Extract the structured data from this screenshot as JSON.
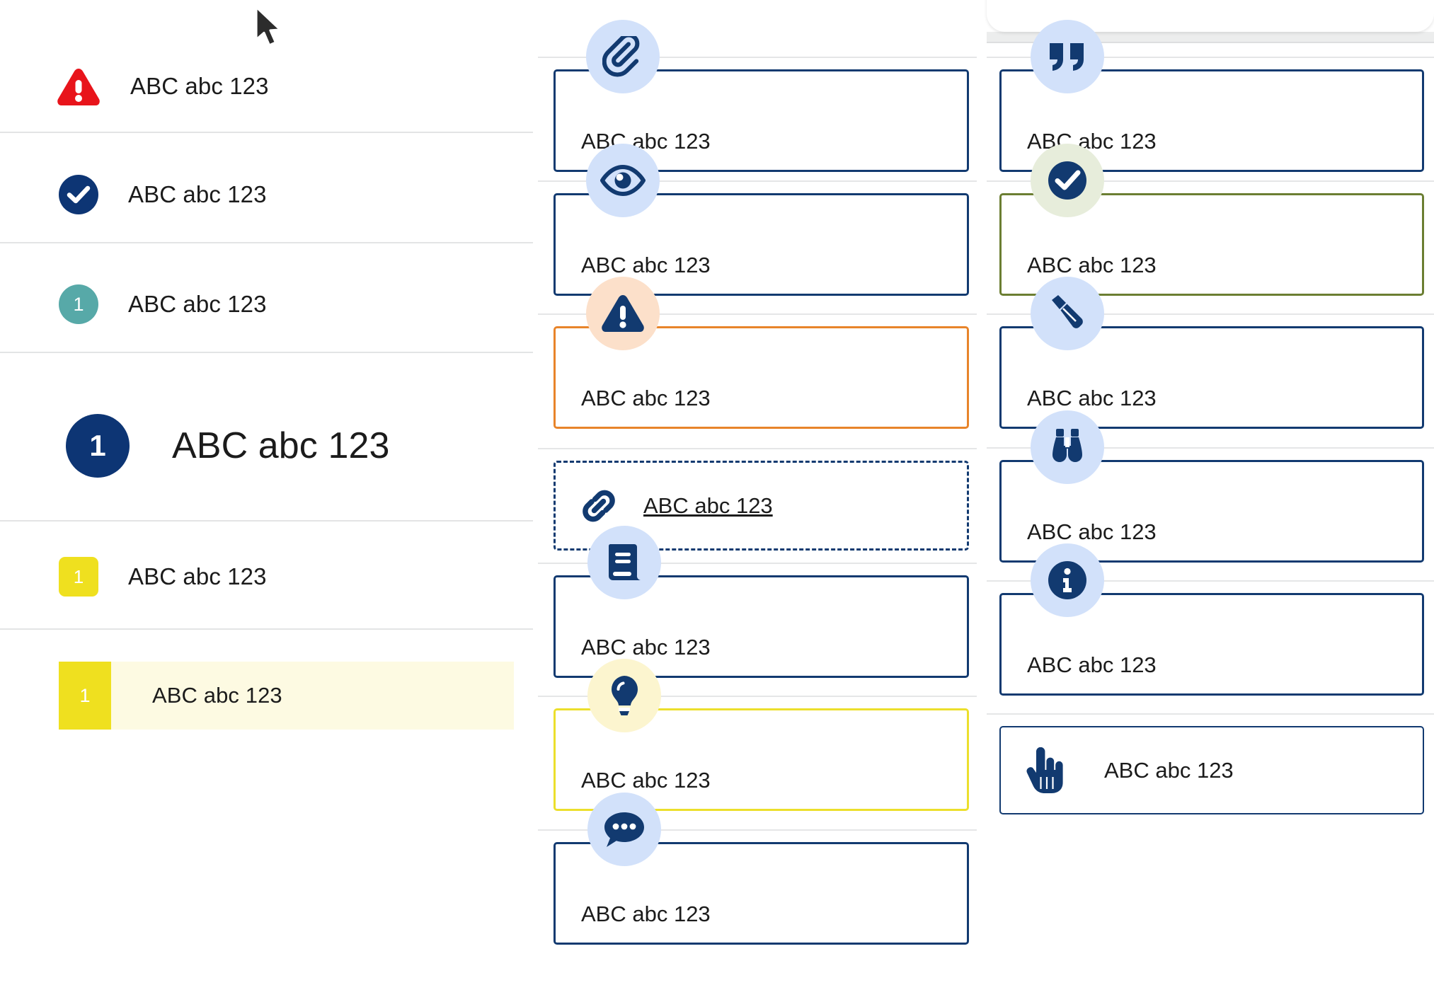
{
  "sample_text": "ABC abc 123",
  "colors": {
    "navy": "#0d3574",
    "card_border": "#123a70",
    "alert_red": "#e8141b",
    "teal": "#57a9a8",
    "yellow": "#efe01f",
    "orange": "#e8842a",
    "olive": "#6b7e32",
    "icon_bubble_blue": "#d2e1fa",
    "icon_bubble_peach": "#fce0ca",
    "icon_bubble_mint": "#e7eddb",
    "icon_bubble_cream": "#fcf5cf",
    "highlight_bg": "#fdfae2",
    "separator": "#e3e4e5"
  },
  "sidebar": {
    "items": [
      {
        "badge": "",
        "icon": "alert-triangle-icon",
        "label": "ABC abc 123",
        "style": "red-triangle"
      },
      {
        "badge": "",
        "icon": "check-circle-icon",
        "label": "ABC abc 123",
        "style": "navy-circle"
      },
      {
        "badge": "1",
        "icon": "number-badge-icon",
        "label": "ABC abc 123",
        "style": "teal-circle"
      },
      {
        "badge": "1",
        "icon": "number-badge-icon",
        "label": "ABC abc 123",
        "style": "navy-circle-large"
      },
      {
        "badge": "1",
        "icon": "number-badge-icon",
        "label": "ABC abc 123",
        "style": "yellow-square"
      },
      {
        "badge": "1",
        "icon": "number-badge-icon",
        "label": "ABC abc 123",
        "style": "yellow-square-highlighted"
      }
    ]
  },
  "middle_column": {
    "cards": [
      {
        "icon": "paperclip-icon",
        "label": "ABC abc 123",
        "border": "navy",
        "bubble": "blue"
      },
      {
        "icon": "eye-icon",
        "label": "ABC abc 123",
        "border": "navy",
        "bubble": "blue"
      },
      {
        "icon": "warning-icon",
        "label": "ABC abc 123",
        "border": "orange",
        "bubble": "peach"
      },
      {
        "icon": "link-icon",
        "label": "ABC abc 123",
        "border": "dashed-navy",
        "bubble": "none",
        "link": true
      },
      {
        "icon": "book-icon",
        "label": "ABC abc 123",
        "border": "navy",
        "bubble": "blue"
      },
      {
        "icon": "lightbulb-icon",
        "label": "ABC abc 123",
        "border": "yellow",
        "bubble": "cream"
      },
      {
        "icon": "comment-dots-icon",
        "label": "ABC abc 123",
        "border": "navy",
        "bubble": "blue"
      }
    ]
  },
  "right_column": {
    "cards": [
      {
        "icon": "quote-icon",
        "label": "ABC abc 123",
        "border": "navy",
        "bubble": "blue"
      },
      {
        "icon": "check-circle-icon",
        "label": "ABC abc 123",
        "border": "olive",
        "bubble": "mint"
      },
      {
        "icon": "pencil-icon",
        "label": "ABC abc 123",
        "border": "navy",
        "bubble": "blue"
      },
      {
        "icon": "binoculars-icon",
        "label": "ABC abc 123",
        "border": "navy",
        "bubble": "blue"
      },
      {
        "icon": "info-circle-icon",
        "label": "ABC abc 123",
        "border": "navy",
        "bubble": "blue"
      },
      {
        "icon": "pointing-hand-icon",
        "label": "ABC abc 123",
        "border": "navy",
        "bubble": "none",
        "inline": true
      }
    ]
  },
  "cursor": {
    "icon": "mouse-pointer-icon"
  }
}
